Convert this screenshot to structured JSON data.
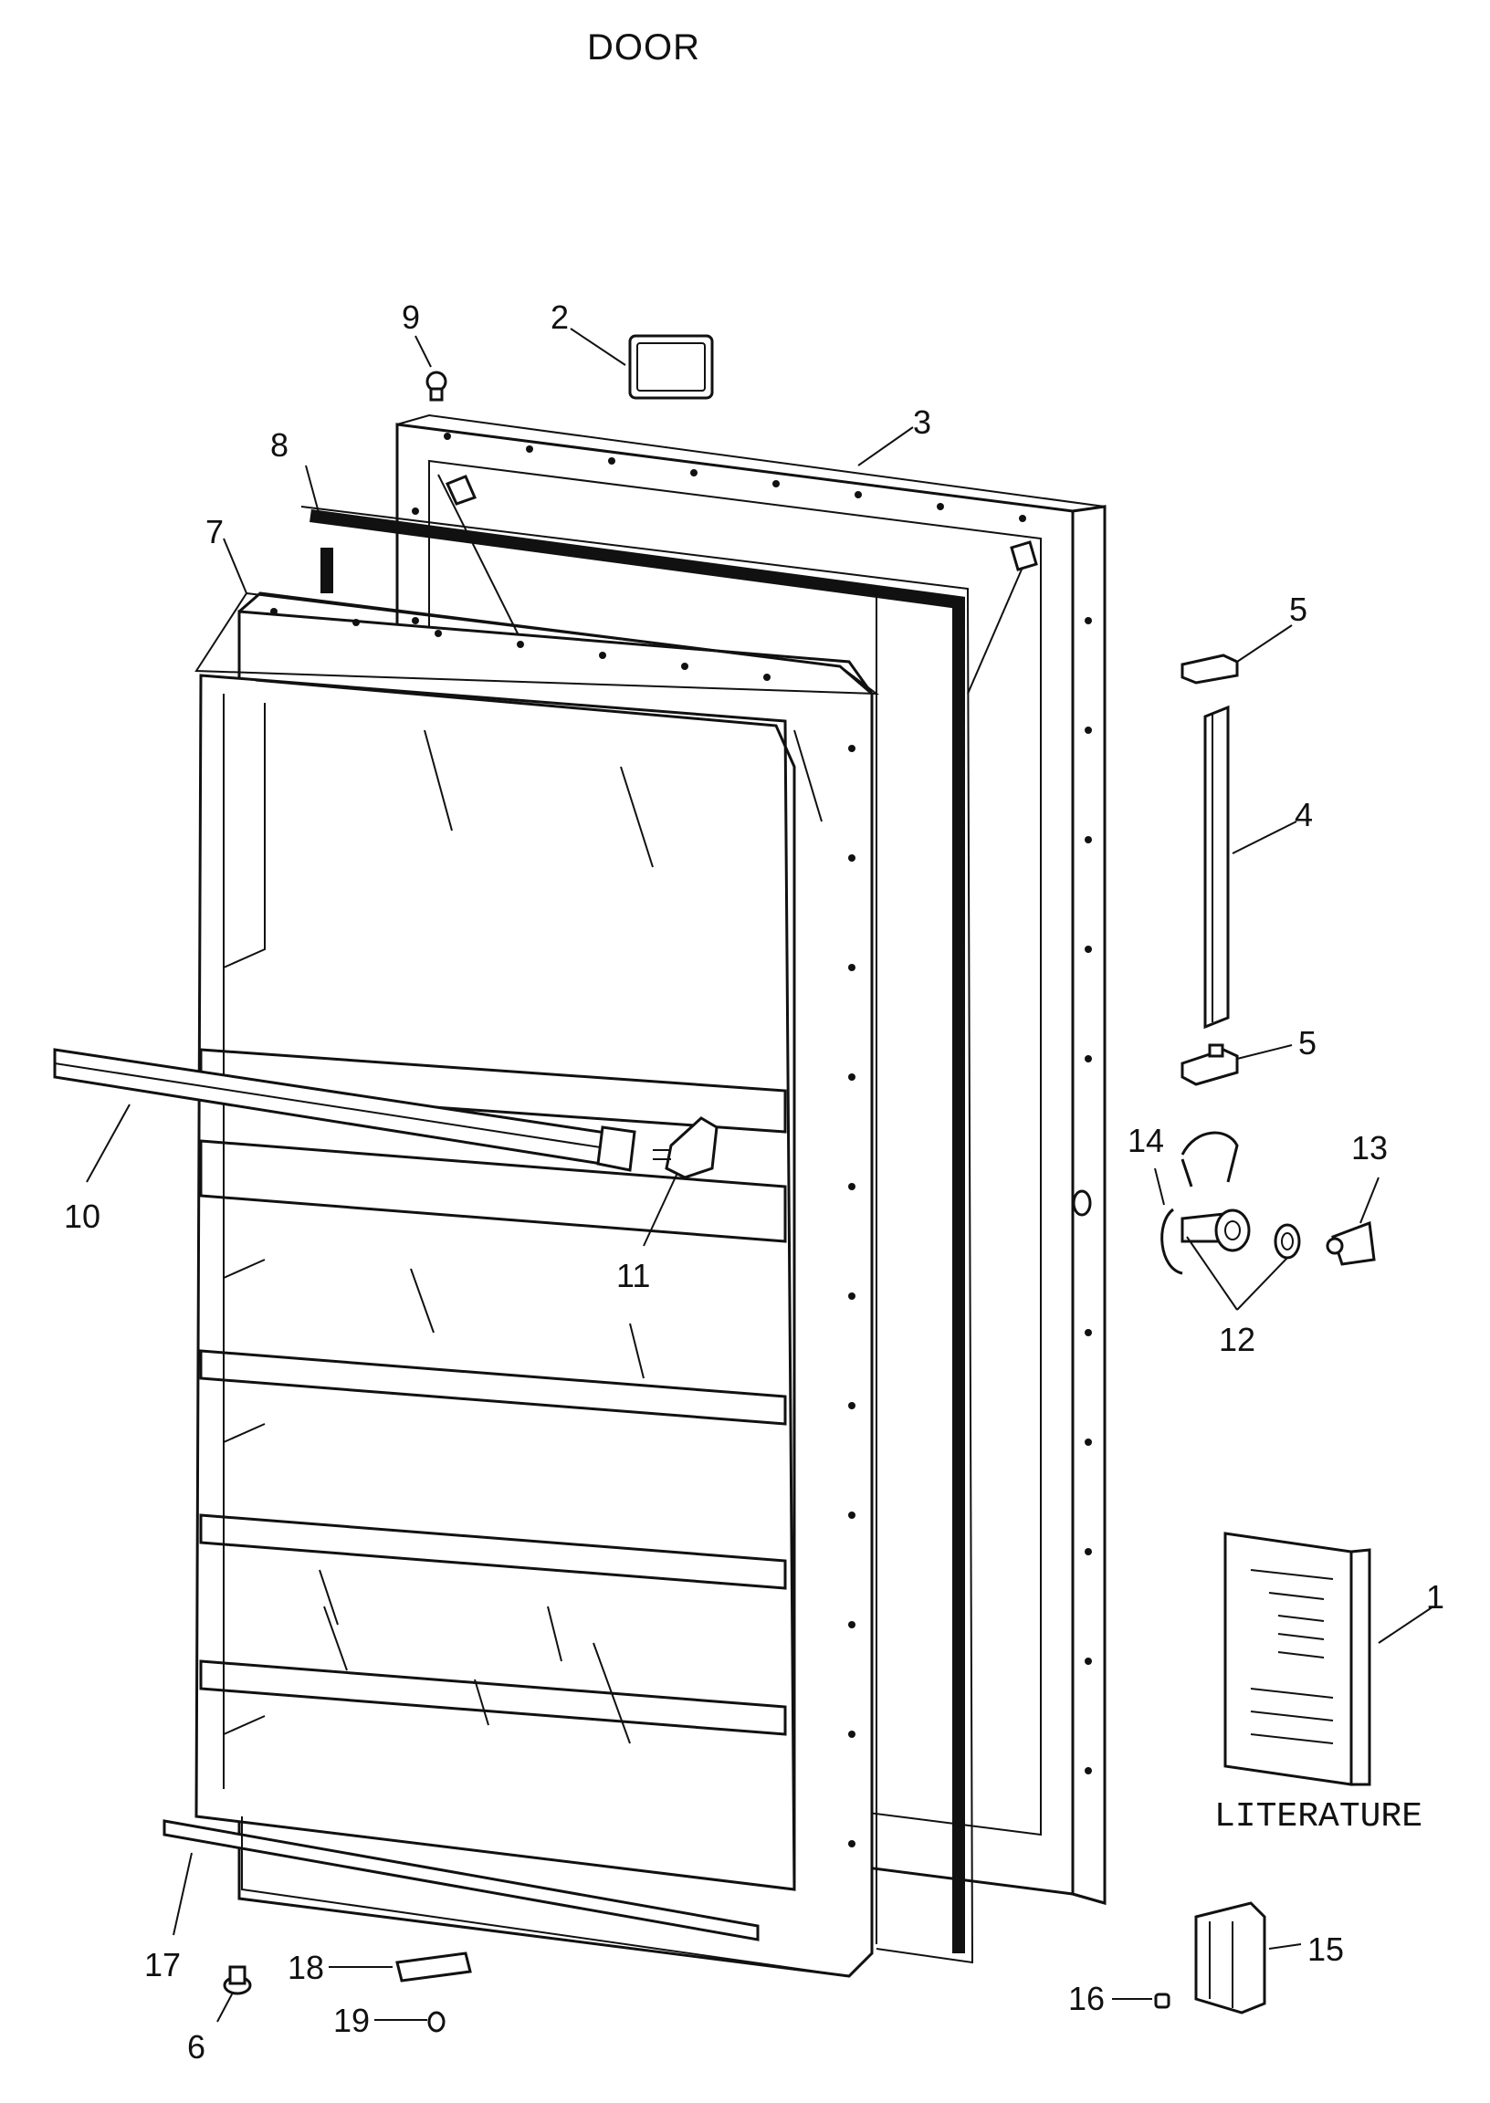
{
  "title": "DOOR",
  "callouts": [
    {
      "id": "1",
      "text": "1"
    },
    {
      "id": "2",
      "text": "2"
    },
    {
      "id": "3",
      "text": "3"
    },
    {
      "id": "4",
      "text": "4"
    },
    {
      "id": "5a",
      "text": "5"
    },
    {
      "id": "5b",
      "text": "5"
    },
    {
      "id": "6",
      "text": "6"
    },
    {
      "id": "7",
      "text": "7"
    },
    {
      "id": "8",
      "text": "8"
    },
    {
      "id": "9",
      "text": "9"
    },
    {
      "id": "10",
      "text": "10"
    },
    {
      "id": "11",
      "text": "11"
    },
    {
      "id": "12",
      "text": "12"
    },
    {
      "id": "13",
      "text": "13"
    },
    {
      "id": "14",
      "text": "14"
    },
    {
      "id": "15",
      "text": "15"
    },
    {
      "id": "16",
      "text": "16"
    },
    {
      "id": "17",
      "text": "17"
    },
    {
      "id": "18",
      "text": "18"
    },
    {
      "id": "19",
      "text": "19"
    }
  ],
  "literature_label": "LITERATURE"
}
